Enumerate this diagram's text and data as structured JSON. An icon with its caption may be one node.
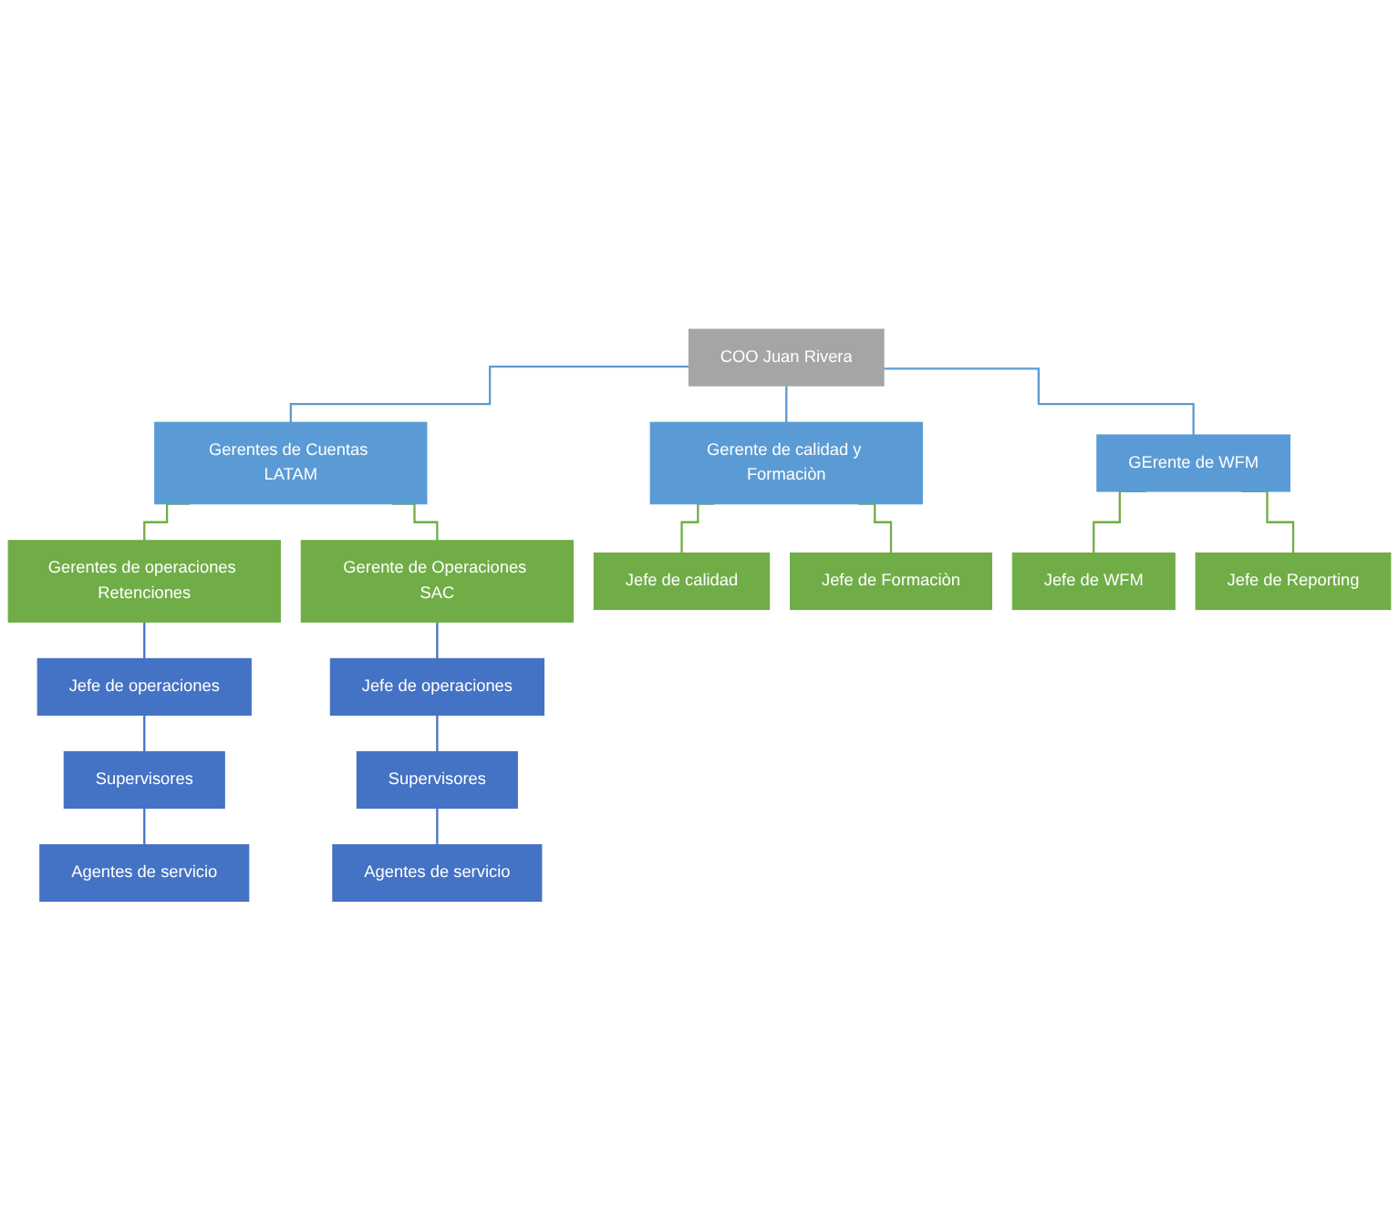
{
  "diagram": {
    "nodes": [
      {
        "text": [
          "COO  Juan Rivera"
        ]
      },
      {
        "text": [
          "Gerentes de Cuentas LATAM"
        ]
      },
      {
        "text": [
          "Gerente de calidad y Formaciòn"
        ]
      },
      {
        "text": [
          "GErente de WFM"
        ]
      },
      {
        "text": [
          "Gerentes de operaciones Retenciones"
        ]
      },
      {
        "text": [
          "Gerente de Operaciones SAC"
        ]
      },
      {
        "text": [
          "Jefe de calidad"
        ]
      },
      {
        "text": [
          "Jefe de Formaciòn"
        ]
      },
      {
        "text": [
          "Jefe de WFM"
        ]
      },
      {
        "text": [
          "Jefe de Reporting"
        ]
      },
      {
        "text": [
          "Jefe de operaciones"
        ]
      },
      {
        "text": [
          "Jefe de operaciones"
        ]
      },
      {
        "text": [
          "Supervisores"
        ]
      },
      {
        "text": [
          "Supervisores"
        ]
      },
      {
        "text": [
          "Agentes de servicio"
        ]
      },
      {
        "text": [
          "Agentes de servicio"
        ]
      }
    ],
    "edges": [
      {
        "from": 0,
        "to": 1,
        "arrow": "none",
        "color": "#5b9bd5"
      },
      {
        "from": 0,
        "to": 2,
        "arrow": "none",
        "color": "#5b9bd5"
      },
      {
        "from": 0,
        "to": 3,
        "arrow": "none",
        "color": "#5b9bd5"
      },
      {
        "from": 1,
        "to": 4,
        "arrow": "none",
        "color": "#70ad47"
      },
      {
        "from": 1,
        "to": 5,
        "arrow": "none",
        "color": "#70ad47"
      },
      {
        "from": 2,
        "to": 6,
        "arrow": "none",
        "color": "#70ad47"
      },
      {
        "from": 2,
        "to": 7,
        "arrow": "none",
        "color": "#70ad47"
      },
      {
        "from": 3,
        "to": 8,
        "arrow": "none",
        "color": "#70ad47"
      },
      {
        "from": 3,
        "to": 9,
        "arrow": "none",
        "color": "#70ad47"
      },
      {
        "from": 4,
        "to": 10,
        "arrow": "none",
        "color": "#4472c4"
      },
      {
        "from": 5,
        "to": 11,
        "arrow": "none",
        "color": "#4472c4"
      },
      {
        "from": 10,
        "to": 12,
        "arrow": "none",
        "color": "#4472c4"
      },
      {
        "from": 11,
        "to": 13,
        "arrow": "none",
        "color": "#4472c4"
      },
      {
        "from": 12,
        "to": 14,
        "arrow": "none",
        "color": "#4472c4"
      },
      {
        "from": 13,
        "to": 15,
        "arrow": "none",
        "color": "#4472c4"
      }
    ]
  }
}
